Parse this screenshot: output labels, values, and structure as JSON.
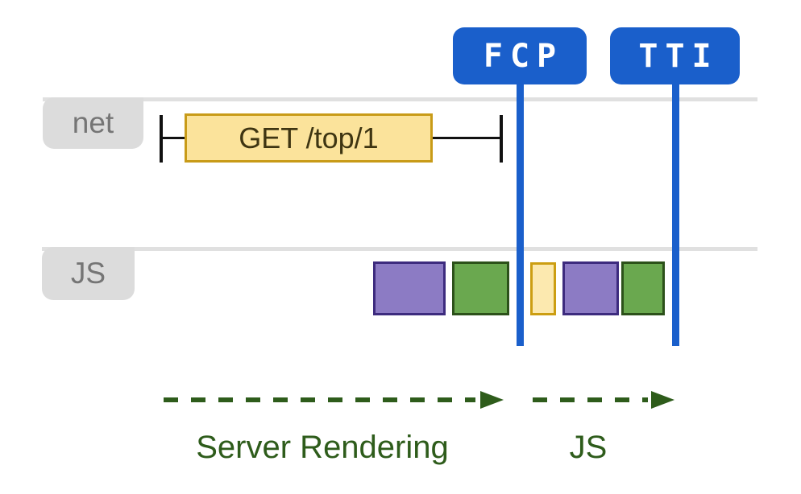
{
  "diagram": {
    "markers": [
      {
        "id": "fcp",
        "label": "FCP"
      },
      {
        "id": "tti",
        "label": "TTI"
      }
    ],
    "tracks": [
      {
        "label": "net",
        "request": {
          "method_path": "GET /top/1"
        }
      },
      {
        "label": "JS"
      }
    ],
    "js_blocks": [
      {
        "kind": "purple"
      },
      {
        "kind": "green"
      },
      {
        "kind": "yellow"
      },
      {
        "kind": "purple"
      },
      {
        "kind": "green"
      }
    ],
    "phases": [
      {
        "label": "Server Rendering"
      },
      {
        "label": "JS"
      }
    ],
    "colors": {
      "marker_blue": "#1A5FCB",
      "track_line_gray": "#E0E0E0",
      "tab_gray": "#DCDCDC",
      "tab_text_gray": "#757575",
      "request_fill": "#FBE39B",
      "request_border": "#C89B18",
      "purple_fill": "#8C7BC4",
      "purple_border": "#3D2B7E",
      "green_fill": "#6AA84F",
      "green_border": "#2C511A",
      "yellow_fill": "#FCE9AF",
      "yellow_border": "#CC9E12",
      "whisker_black": "#111111",
      "phase_green": "#2E5C1B"
    }
  }
}
